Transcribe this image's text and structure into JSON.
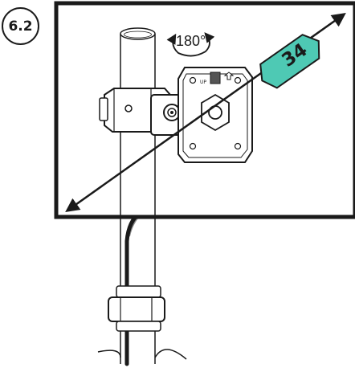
{
  "step": {
    "label": "6.2"
  },
  "rotation": {
    "label": "180°"
  },
  "screen_size": {
    "label": "34"
  },
  "plate": {
    "up_mark": "UP"
  },
  "colors": {
    "accent": "#4ec9b4",
    "ink": "#1a1a1a",
    "cable_gray": "#8a8a8a"
  },
  "icons": {
    "rotation": "rotate-180-arrow-icon",
    "diagonal": "double-headed-arrow-icon"
  }
}
